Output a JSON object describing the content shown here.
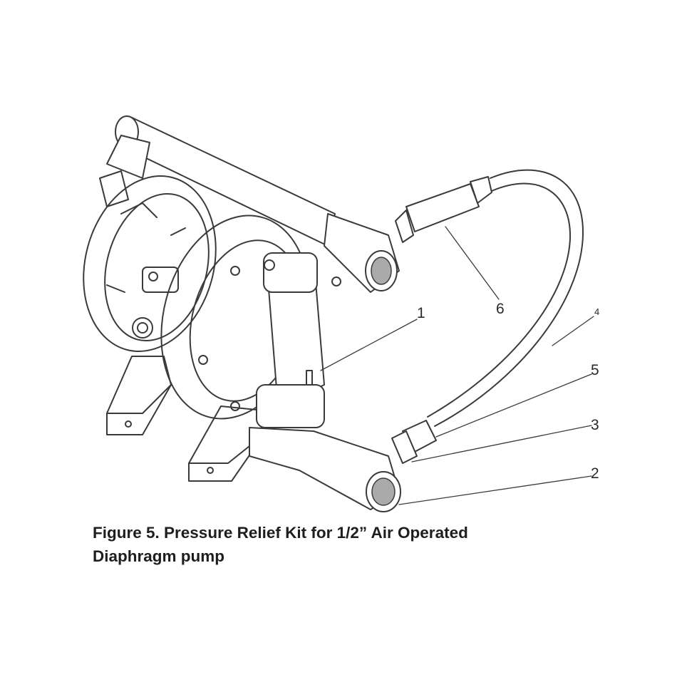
{
  "figure": {
    "caption_line1": "Figure 5. Pressure Relief Kit for 1/2” Air Operated",
    "caption_line2": "Diaphragm pump",
    "callouts": [
      "1",
      "2",
      "3",
      "4",
      "5",
      "6"
    ],
    "line_color": "#3a3a3a"
  }
}
